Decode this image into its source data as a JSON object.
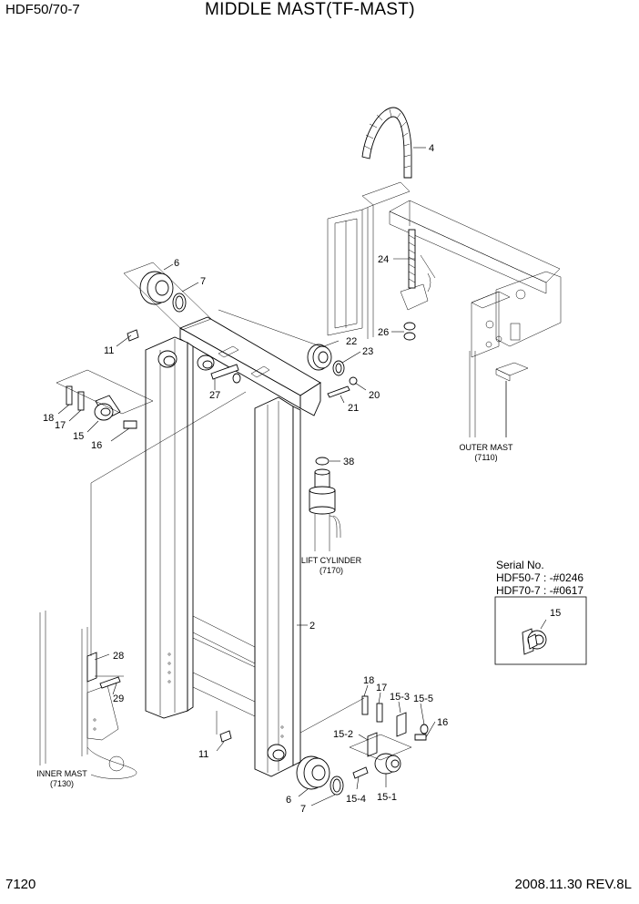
{
  "header": {
    "model": "HDF50/70-7",
    "title": "MIDDLE MAST(TF-MAST)"
  },
  "footer": {
    "page_number": "7120",
    "revision": "2008.11.30  REV.8L"
  },
  "references": {
    "outer_mast": {
      "name": "OUTER MAST",
      "code": "(7110)"
    },
    "lift_cylinder": {
      "name": "LIFT CYLINDER",
      "code": "(7170)"
    },
    "inner_mast": {
      "name": "INNER MAST",
      "code": "(7130)"
    }
  },
  "serial_box": {
    "title": "Serial No.",
    "line1": "HDF50-7 : -#0246",
    "line2": "HDF70-7 : -#0617",
    "part": "15"
  },
  "callouts": {
    "c4": "4",
    "c24": "24",
    "c26": "26",
    "c6a": "6",
    "c7a": "7",
    "c11a": "11",
    "c22": "22",
    "c23": "23",
    "c27": "27",
    "c20": "20",
    "c21": "21",
    "c18a": "18",
    "c17a": "17",
    "c15a": "15",
    "c16a": "16",
    "c38": "38",
    "c2": "2",
    "c28": "28",
    "c29": "29",
    "c11b": "11",
    "c18b": "18",
    "c17b": "17",
    "c15_3": "15-3",
    "c15_5": "15-5",
    "c16b": "16",
    "c15_2": "15-2",
    "c6b": "6",
    "c7b": "7",
    "c15_4": "15-4",
    "c15_1": "15-1"
  }
}
